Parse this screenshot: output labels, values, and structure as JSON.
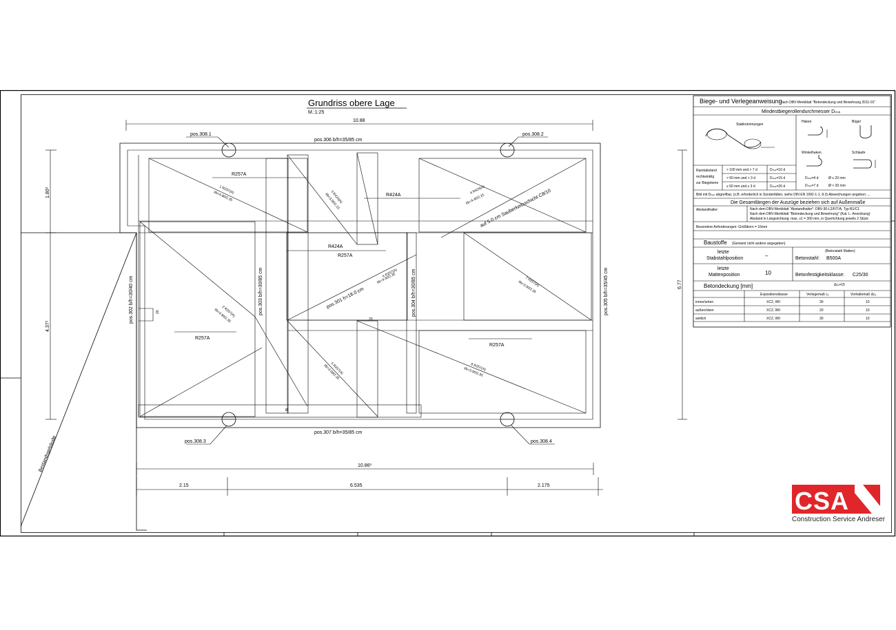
{
  "drawing": {
    "title": "Grundriss obere Lage",
    "scale": "M.:1:25",
    "dim_top": "10.88",
    "dim_bottom": "10.86³",
    "dim_bottom_parts": [
      "2.15",
      "6.535",
      "2.175"
    ],
    "dim_left_upper": "1.80³",
    "dim_left_lower": "4.37³",
    "dim_right": "6.77",
    "slope_label": "Bestandsgebäude",
    "positions": {
      "p3081": "pos.308.1",
      "p3082": "pos.308.2",
      "p3083": "pos.308.3",
      "p3084": "pos.308.4",
      "p306": "pos.306 b/h=35/85 cm",
      "p307": "pos.307 b/h=35/85 cm",
      "p302": "pos.302 b/h=30/40 cm",
      "p303": "pos.303 b/h=30/85 cm",
      "p304": "pos.304 b/h=30/85 cm",
      "p305": "pos.305 b/h=35/45 cm",
      "p301": "pos.301 h=18.0 cm",
      "sauber": "auf 5.0 cm Sauberkeitsschicht C8/10"
    },
    "mesh": {
      "m1": "R257A",
      "m2": "R424A",
      "m3": "R424A",
      "m4": "R257A",
      "m5": "R257A",
      "m6": "R257A"
    },
    "tags": {
      "t1": "1 R257(A)",
      "t1s": "l/b=4.80/2.35",
      "t2": "2 R257(A)",
      "t2s": "l/b=4.80/2.35",
      "t3": "3 R424(A)",
      "t3s": "l/b=3.00/2.15",
      "t4": "4 R424(A)",
      "t4s": "l/b=4.40/2.15",
      "t5": "5 R257(A)",
      "t5s": "l/b=3.00/2.35",
      "t6": "6 R257(A)",
      "t6s": "l/b=4.40/2.35",
      "t7": "7 R257(A)",
      "t7s": "l/b=3.00/2.35",
      "t8": "8 R257(A)",
      "t8s": "l/b=3.00/2.35"
    },
    "small_marks": {
      "a": "20",
      "b": "20",
      "c": "Ø"
    }
  },
  "panel": {
    "bend_title": "Biege- und Verlegeanweisung",
    "bend_ref": "nach DBV-Merkblatt \"Betondeckung und Bewehrung 2011-01\"",
    "bend_sub": "Mindestbiegerollendurchmesser Dₘᵢₙ",
    "labels": {
      "stab": "Stabkrümmungen",
      "haken": "Haken",
      "buegel": "Bügel",
      "winkel": "Winkelhaken",
      "schlaufe": "Schlaufe",
      "rand1": "Randabstand",
      "rand2": "rechtwinklig",
      "rand3": "zur Biegebene"
    },
    "rows": [
      {
        "cond": "> 100 mm und > 7 d",
        "val": "Dₘᵢₙ=10 d"
      },
      {
        "cond": "> 50 mm und > 3 d",
        "val": "Dₘᵢₙ=15 d"
      },
      {
        "cond": "≤ 50 mm und ≤ 3 d",
        "val": "Dₘᵢₙ=20 d"
      }
    ],
    "dmin_a": "Dₘᵢₙ=4 d",
    "dmin_b": "Ø ≤ 20 mm",
    "dmin_c": "Dₘᵢₙ=7 d",
    "dmin_d": "Ø > 20 mm",
    "rule_note": "Bild mit Dₘᵢₙ abgreifbar, (z.B. erforderlich in Sonderfällen, siehe DIN EN 1992-1-1, 8.3) Abweichungen angeben: ...",
    "gesamt": "Die Gesamtlängen der Auszüge beziehen sich auf Außenmaße",
    "absetz_label": "Abstandhalter:",
    "absetz1": "Nach dem DBV-Merkblatt \"Abstandhalter\": DBV-30-L2/F/T/A, Typ B1/C1",
    "absetz2": "Nach dem DBV-Merkblatt \"Betondeckung und Bewehrung\" (Kat. L: Anordnung)",
    "absetz3": "Abstand in Längsrichtung: max. s1 = 300 mm, in Querrichtung jeweils 2 Stück",
    "besondere": "Besondere Anforderungen: Größtkorn = 16mm",
    "baustoffe": "Baustoffe",
    "baustoffe_note": "(Gemeint nicht andere angegeben)",
    "letzte1": "letzte",
    "stab_pos": "Stabstahlposition",
    "stab_val": "–",
    "beton_small": "(Betonstahl Matten)",
    "betonstahl_lbl": "Betonstahl:",
    "betonstahl_val": "B500A",
    "letzte2": "letzte",
    "matten_pos": "Mattenposition",
    "matten_val": "10",
    "festigkeit_lbl": "Betonfestigkeitsklasse:",
    "festigkeit_val": "C25/30",
    "deckung_title": "Betondeckung [mm]",
    "deckung_small": "Δcᵥ=15",
    "cov_headers": [
      "Expositionsklasse",
      "Verlegemaß cᵥ",
      "Vorhaltemaß Δcᵥ"
    ],
    "cov_rows": [
      [
        "innen/unten",
        "XC2, W0",
        "30",
        "10"
      ],
      [
        "außen/oben",
        "XC2, W0",
        "20",
        "10"
      ],
      [
        "seitlich",
        "XC2, W0",
        "30",
        "10"
      ]
    ]
  },
  "logo": {
    "brand": "CSA",
    "tagline": "Construction Service Andreser",
    "color": "#e0262b"
  }
}
